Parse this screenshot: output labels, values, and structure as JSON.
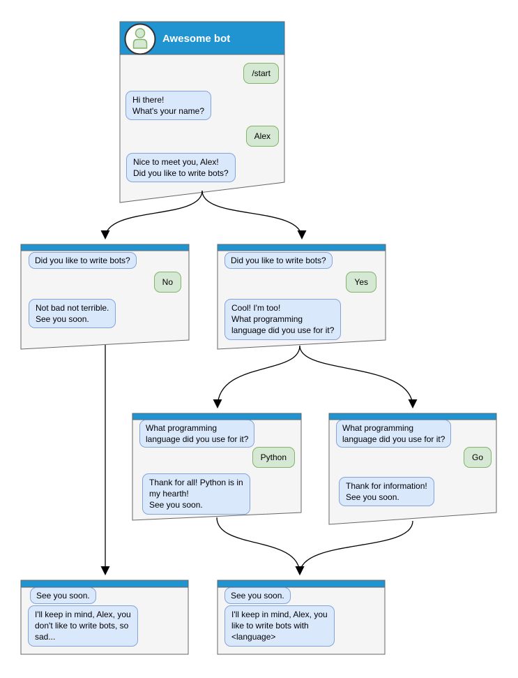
{
  "colors": {
    "header_blue": "#2094D0",
    "window_fill": "#F5F5F5",
    "window_border": "#666666",
    "bubble_blue_fill": "#DAE8FC",
    "bubble_blue_border": "#84A3DA",
    "bubble_green_fill": "#D5E8D4",
    "bubble_green_border": "#82B366",
    "arrow_color": "#000000"
  },
  "windows": {
    "main": {
      "title": "Awesome bot",
      "avatar": "person-icon",
      "messages": [
        {
          "from": "user",
          "text": "/start"
        },
        {
          "from": "bot",
          "text": "Hi there!\nWhat's your name?"
        },
        {
          "from": "user",
          "text": "Alex"
        },
        {
          "from": "bot",
          "text": "Nice to meet you, Alex!\nDid you like to write bots?"
        }
      ]
    },
    "branch_no": {
      "messages": [
        {
          "from": "bot",
          "text": "Did you like to write bots?"
        },
        {
          "from": "user",
          "text": "No"
        },
        {
          "from": "bot",
          "text": "Not bad not terrible.\nSee you soon."
        }
      ]
    },
    "branch_yes": {
      "messages": [
        {
          "from": "bot",
          "text": "Did you like to write bots?"
        },
        {
          "from": "user",
          "text": "Yes"
        },
        {
          "from": "bot",
          "text": "Cool! I'm too!\nWhat programming\nlanguage did you use for it?"
        }
      ]
    },
    "branch_python": {
      "messages": [
        {
          "from": "bot",
          "text": "What programming\nlanguage did you use for it?"
        },
        {
          "from": "user",
          "text": "Python"
        },
        {
          "from": "bot",
          "text": "Thank for all! Python is in\nmy hearth!\nSee you soon."
        }
      ]
    },
    "branch_go": {
      "messages": [
        {
          "from": "bot",
          "text": "What programming\nlanguage did you use for it?"
        },
        {
          "from": "user",
          "text": "Go"
        },
        {
          "from": "bot",
          "text": "Thank for information!\nSee you soon."
        }
      ]
    },
    "end_no": {
      "messages": [
        {
          "from": "bot",
          "text": "See you soon."
        },
        {
          "from": "bot",
          "text": "I'll keep in mind, Alex, you\ndon't like to write bots, so\nsad..."
        }
      ]
    },
    "end_yes": {
      "messages": [
        {
          "from": "bot",
          "text": "See you soon."
        },
        {
          "from": "bot",
          "text": "I'll keep in mind, Alex, you\nlike to write bots with\n<language>"
        }
      ]
    }
  }
}
